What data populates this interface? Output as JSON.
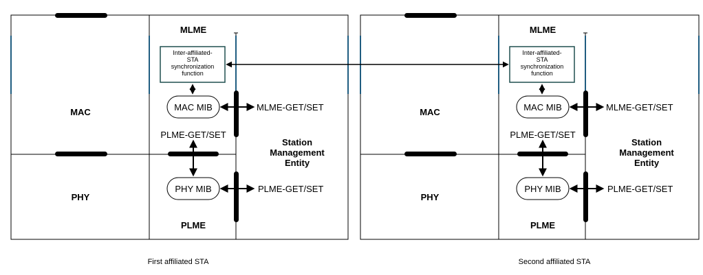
{
  "stations": [
    {
      "caption": "First affiliated STA",
      "mac": "MAC",
      "phy": "PHY",
      "mlme": "MLME",
      "plme": "PLME",
      "sync_function": [
        "Inter-affiliated-",
        "STA",
        "synchronization",
        "function"
      ],
      "mac_mib": "MAC MIB",
      "phy_mib": "PHY MIB",
      "plme_get_set_internal": "PLME-GET/SET",
      "mlme_get_set": "MLME-GET/SET",
      "plme_get_set": "PLME-GET/SET",
      "sme": [
        "Station",
        "Management",
        "Entity"
      ]
    },
    {
      "caption": "Second affiliated STA",
      "mac": "MAC",
      "phy": "PHY",
      "mlme": "MLME",
      "plme": "PLME",
      "sync_function": [
        "Inter-affiliated-",
        "STA",
        "synchronization",
        "function"
      ],
      "mac_mib": "MAC MIB",
      "phy_mib": "PHY MIB",
      "plme_get_set_internal": "PLME-GET/SET",
      "mlme_get_set": "MLME-GET/SET",
      "plme_get_set": "PLME-GET/SET",
      "sme": [
        "Station",
        "Management",
        "Entity"
      ]
    }
  ],
  "colors": {
    "line": "#000000",
    "sync_box_border": "#1f4e4e",
    "edge_accent": "#1f5c80"
  }
}
